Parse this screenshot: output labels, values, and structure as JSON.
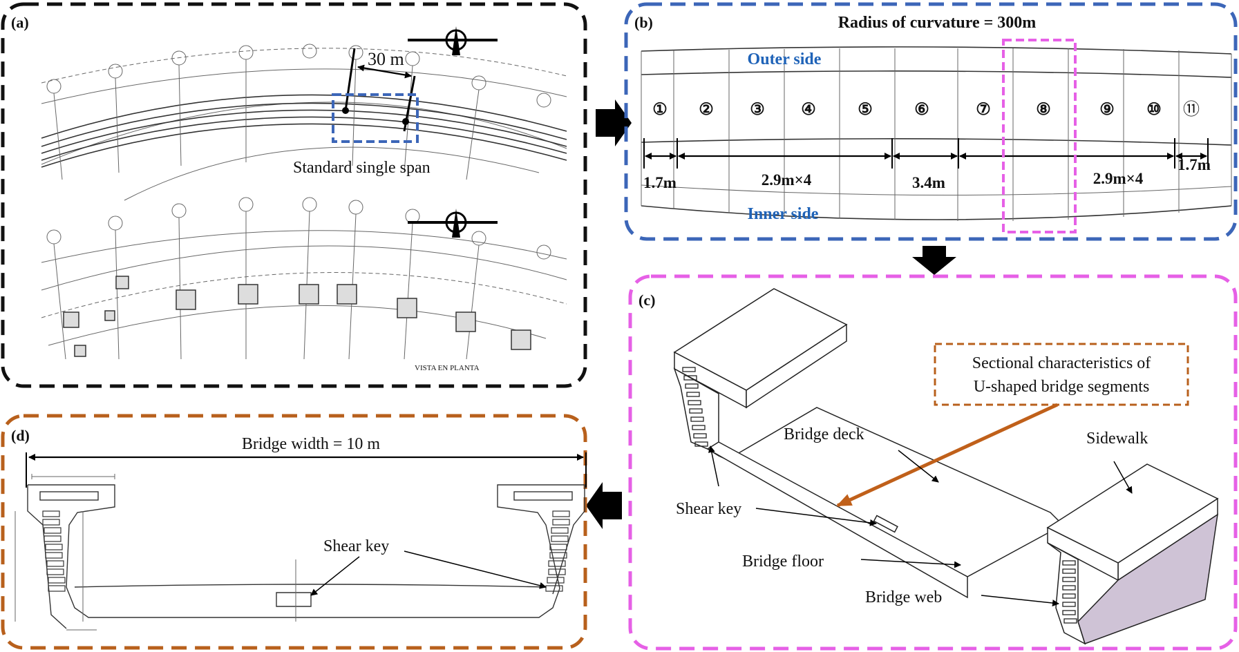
{
  "panels": {
    "a": {
      "label": "(a)",
      "span_dim": "30 m",
      "span_caption": "Standard single span",
      "plan_note": "VISTA EN PLANTA"
    },
    "b": {
      "label": "(b)",
      "title": "Radius of curvature = 300m",
      "outer": "Outer side",
      "inner": "Inner side",
      "segments": [
        "①",
        "②",
        "③",
        "④",
        "⑤",
        "⑥",
        "⑦",
        "⑧",
        "⑨",
        "⑩",
        "⑪"
      ],
      "dims": [
        "1.7m",
        "2.9m×4",
        "3.4m",
        "2.9m×4",
        "1.7m"
      ]
    },
    "c": {
      "label": "(c)",
      "box_line1": "Sectional characteristics of",
      "box_line2": "U-shaped bridge segments",
      "deck": "Bridge deck",
      "sidewalk": "Sidewalk",
      "shear_key": "Shear key",
      "floor": "Bridge floor",
      "web": "Bridge web"
    },
    "d": {
      "label": "(d)",
      "width": "Bridge width = 10 m",
      "shear_key": "Shear key"
    }
  },
  "colors": {
    "panel_a": "#111111",
    "panel_b": "#3c66b8",
    "panel_c": "#e660e6",
    "panel_d": "#b8601c",
    "arrow_orange": "#c0601a",
    "side_face": "#cfc3d6"
  }
}
